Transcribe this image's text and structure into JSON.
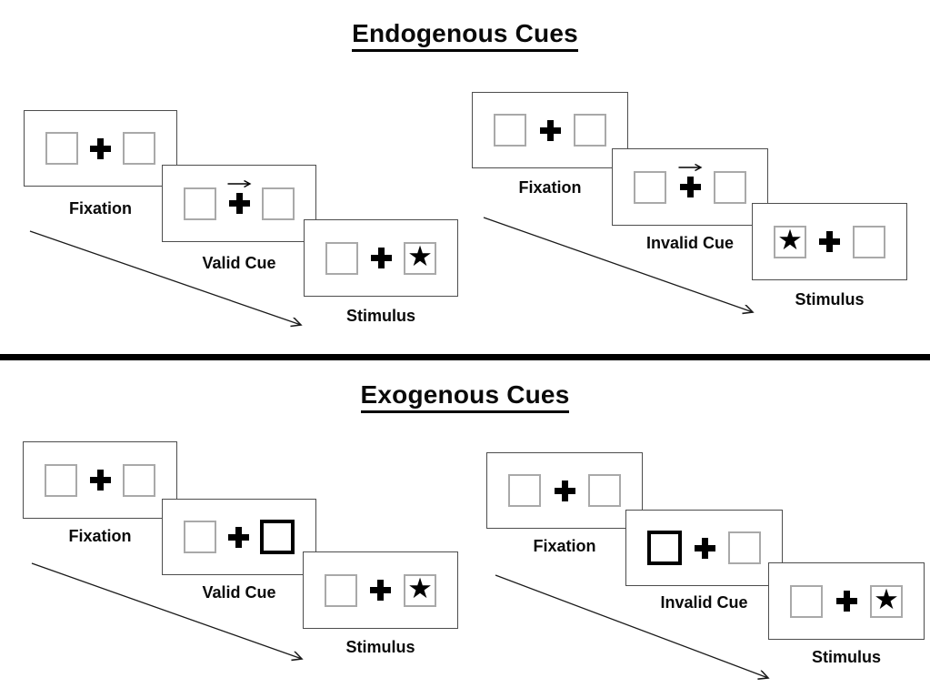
{
  "diagram": {
    "sections": [
      {
        "title": "Endogenous Cues",
        "cue_type": "central arrow above fixation cross",
        "sequences": [
          {
            "name": "valid",
            "steps": [
              {
                "label": "Fixation",
                "left_box": "empty",
                "right_box": "empty",
                "cue": "none"
              },
              {
                "label": "Valid Cue",
                "left_box": "empty",
                "right_box": "empty",
                "cue": "arrow-right"
              },
              {
                "label": "Stimulus",
                "left_box": "empty",
                "right_box": "star",
                "cue": "none"
              }
            ]
          },
          {
            "name": "invalid",
            "steps": [
              {
                "label": "Fixation",
                "left_box": "empty",
                "right_box": "empty",
                "cue": "none"
              },
              {
                "label": "Invalid Cue",
                "left_box": "empty",
                "right_box": "empty",
                "cue": "arrow-right"
              },
              {
                "label": "Stimulus",
                "left_box": "star",
                "right_box": "empty",
                "cue": "none"
              }
            ]
          }
        ]
      },
      {
        "title": "Exogenous Cues",
        "cue_type": "peripheral thick-outlined box",
        "sequences": [
          {
            "name": "valid",
            "steps": [
              {
                "label": "Fixation",
                "left_box": "empty",
                "right_box": "empty",
                "cue": "none"
              },
              {
                "label": "Valid Cue",
                "left_box": "empty",
                "right_box": "thick-box",
                "cue": "thick-box-right"
              },
              {
                "label": "Stimulus",
                "left_box": "empty",
                "right_box": "star",
                "cue": "none"
              }
            ]
          },
          {
            "name": "invalid",
            "steps": [
              {
                "label": "Fixation",
                "left_box": "empty",
                "right_box": "empty",
                "cue": "none"
              },
              {
                "label": "Invalid Cue",
                "left_box": "thick-box",
                "right_box": "empty",
                "cue": "thick-box-left"
              },
              {
                "label": "Stimulus",
                "left_box": "empty",
                "right_box": "star",
                "cue": "none"
              }
            ]
          }
        ]
      }
    ],
    "glyphs": {
      "star": "★"
    },
    "colors": {
      "ink": "#000000",
      "panel_border": "#4d4d4d",
      "square_border": "#a9a9a9",
      "background": "#ffffff"
    }
  }
}
